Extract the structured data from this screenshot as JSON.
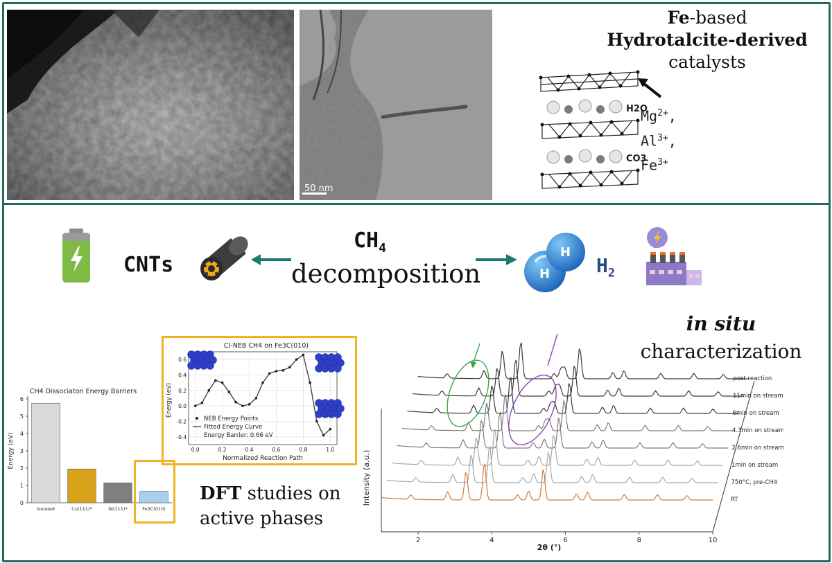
{
  "microscopy": {
    "tem_scale_bar": "50 nm"
  },
  "catalyst": {
    "title_bold1": "Fe",
    "title_rest1": "-based",
    "title_bold2": "Hydrotalcite-derived",
    "title_line3": "catalysts",
    "interlayer_h2o": "H2O",
    "interlayer_co3": "CO3",
    "ions": [
      {
        "symbol": "Mg",
        "charge": "2+",
        "sep": ","
      },
      {
        "symbol": "Al",
        "charge": "3+",
        "sep": ","
      },
      {
        "symbol": "Fe",
        "charge": "3+",
        "sep": ""
      }
    ]
  },
  "reaction": {
    "ch4_main": "CH",
    "ch4_sub": "4",
    "decomposition": "decomposition",
    "cnts_label": "CNTs",
    "h2_main": "H",
    "h2_sub": "2",
    "h_atom": "H"
  },
  "dft": {
    "label_bold": "DFT",
    "label_rest": " studies on",
    "label_line2": "active phases",
    "bar_chart": {
      "title": "CH4 Dissociaton Energy Barriers",
      "ylabel": "Energy (eV)",
      "ticks": [
        "0",
        "1",
        "2",
        "3",
        "4",
        "5",
        "6"
      ]
    },
    "neb_chart": {
      "title": "CI-NEB CH4 on Fe3C(010)",
      "ylabel": "Energy (eV)",
      "xlabel": "Normalized Reaction Path",
      "yticks": [
        "0.6",
        "0.4",
        "0.2",
        "0.0",
        "-0.2",
        "-0.4"
      ],
      "xticks": [
        "0.0",
        "0.2",
        "0.4",
        "0.6",
        "0.8",
        "1.0"
      ],
      "legend": [
        "NEB Energy Points",
        "Fitted Energy Curve",
        "Energy Barrier:  0.66 eV"
      ]
    }
  },
  "xrd": {
    "heading_italic": "in situ",
    "heading_line2": "characterization",
    "ylabel": "Intensity (a.u.)",
    "xlabel": "2θ (°)",
    "xticks": [
      "2",
      "4",
      "6",
      "8",
      "10"
    ],
    "series_labels": [
      "post reaction",
      "11min on stream",
      "6min on stream",
      "4.3min on stream",
      "2.6min on stream",
      "1min on stream",
      "750°C, pre-CH4",
      "RT"
    ]
  },
  "chart_data": [
    {
      "type": "bar",
      "title": "CH4 Dissociaton Energy Barriers",
      "ylabel": "Energy (eV)",
      "ylim": [
        0,
        6
      ],
      "categories": [
        "Isolated",
        "Cu(111)*",
        "Ni(111)*",
        "Fe3C(010)"
      ],
      "values": [
        5.75,
        1.95,
        1.15,
        0.65
      ],
      "colors": [
        "#d9d9d9",
        "#d9a21b",
        "#7f7f7f",
        "#a9cfee"
      ]
    },
    {
      "type": "line",
      "title": "CI-NEB CH4 on Fe3C(010)",
      "xlabel": "Normalized Reaction Path",
      "ylabel": "Energy (eV)",
      "xlim": [
        -0.05,
        1.05
      ],
      "ylim": [
        -0.5,
        0.7
      ],
      "energy_barrier_ev": 0.66,
      "x": [
        0.0,
        0.05,
        0.1,
        0.15,
        0.2,
        0.25,
        0.3,
        0.35,
        0.4,
        0.45,
        0.5,
        0.55,
        0.6,
        0.65,
        0.7,
        0.75,
        0.8,
        0.85,
        0.9,
        0.95,
        1.0
      ],
      "y": [
        0.0,
        0.04,
        0.2,
        0.33,
        0.3,
        0.18,
        0.05,
        0.0,
        0.02,
        0.1,
        0.3,
        0.42,
        0.45,
        0.46,
        0.5,
        0.6,
        0.66,
        0.3,
        -0.2,
        -0.38,
        -0.3
      ]
    }
  ]
}
